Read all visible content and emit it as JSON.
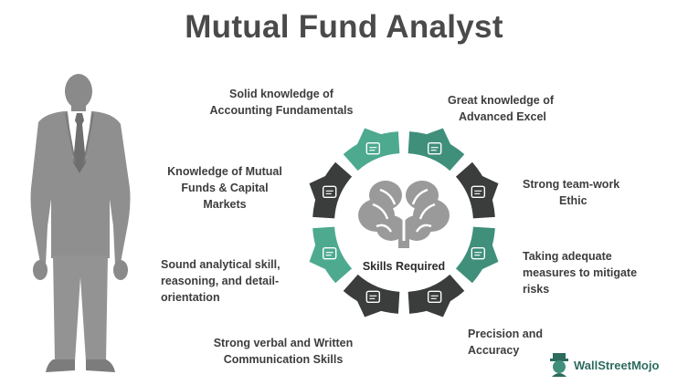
{
  "title": "Mutual Fund Analyst",
  "center_label": "Skills Required",
  "skills": [
    "Great knowledge of Advanced Excel",
    "Strong team-work Ethic",
    "Taking adequate measures to mitigate risks",
    "Precision and Accuracy",
    "Strong verbal and Written Communication Skills",
    "Sound analytical skill, reasoning, and detail-orientation",
    "Knowledge of Mutual Funds & Capital Markets",
    "Solid knowledge of Accounting Fundamentals"
  ],
  "labels": {
    "l0a": "Great knowledge of",
    "l0b": "Advanced Excel",
    "l1a": "Strong team-work",
    "l1b": "Ethic",
    "l2a": "Taking adequate",
    "l2b": "measures to mitigate",
    "l2c": "risks",
    "l3a": "Precision and",
    "l3b": "Accuracy",
    "l4a": "Strong verbal and Written",
    "l4b": "Communication Skills",
    "l5a": "Sound analytical skill,",
    "l5b": "reasoning, and detail-",
    "l5c": "orientation",
    "l6a": "Knowledge of Mutual",
    "l6b": "Funds & Capital",
    "l6c": "Markets",
    "l7a": "Solid knowledge of",
    "l7b": "Accounting Fundamentals"
  },
  "segment_colors": [
    "#3f8f7b",
    "#3a3d3c",
    "#3f8f7b",
    "#3a3d3c",
    "#3a3d3c",
    "#4daa8f",
    "#3a3d3c",
    "#4daa8f"
  ],
  "brand": "WallStreetMojo",
  "colors": {
    "gray_figure": "#8c8c8c",
    "brain": "#9a9a9a",
    "title": "#4a4a4a",
    "teal": "#3f8f7b"
  }
}
